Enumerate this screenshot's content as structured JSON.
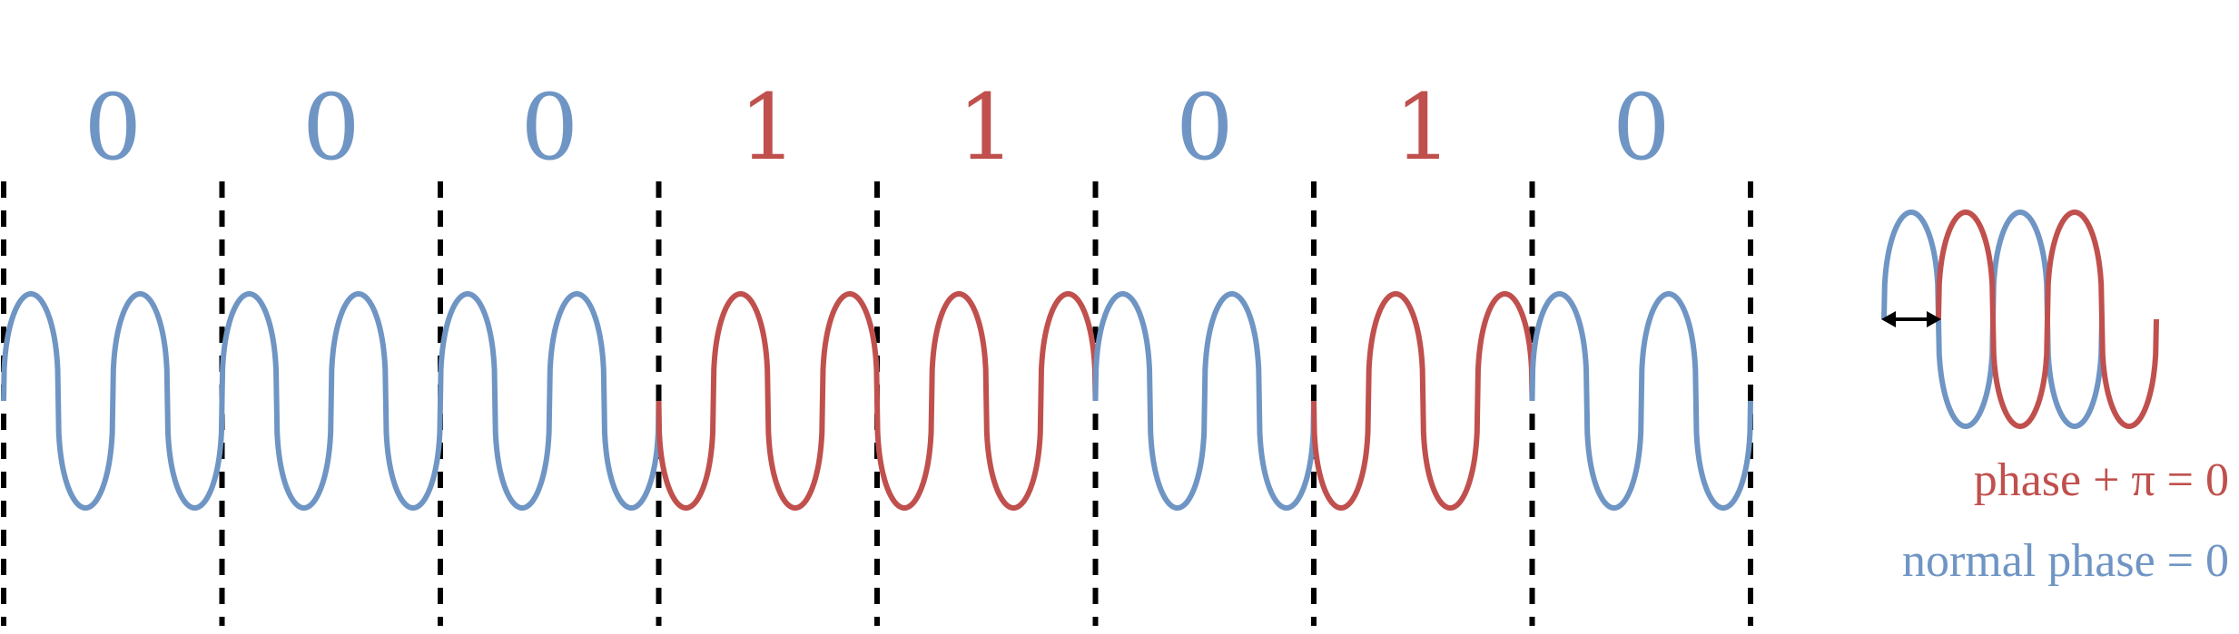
{
  "bits": [
    "0",
    "0",
    "0",
    "1",
    "1",
    "0",
    "1",
    "0"
  ],
  "colors": {
    "normal": "#6f95c4",
    "inverted": "#c0504d",
    "divider": "#000000",
    "arrow": "#000000"
  },
  "legend": {
    "inverted_label": "phase + π = 0",
    "normal_label": "normal phase = 0"
  }
}
